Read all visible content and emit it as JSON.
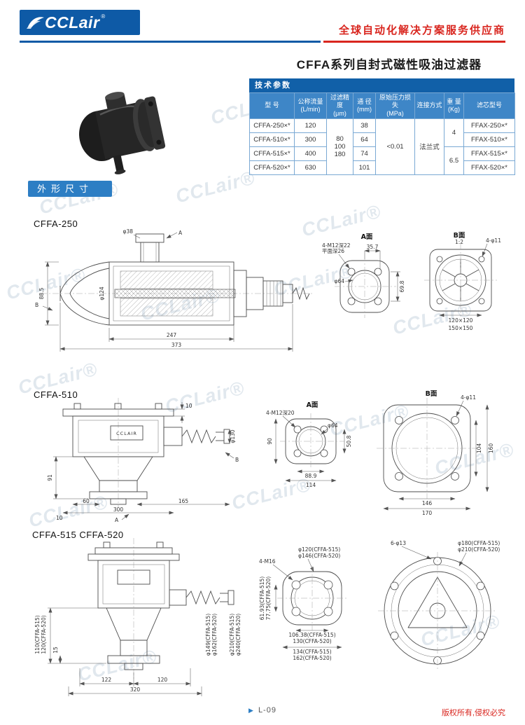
{
  "header": {
    "logo": "CCLair",
    "logo_reg": "®",
    "tagline": "全球自动化解决方案服务供应商"
  },
  "page": {
    "title": "CFFA系列自封式磁性吸油过滤器",
    "section_outline": "外形尺寸",
    "page_marker": "▶",
    "page_number": "L-09",
    "copyright": "版权所有,侵权必究"
  },
  "watermark": {
    "text": "CCLair®"
  },
  "table": {
    "title": "技术参数",
    "headers": {
      "model": "型 号",
      "flow_l1": "公称流量",
      "flow_l2": "(L/min)",
      "precision_l1": "过滤精度",
      "precision_l2": "(μm)",
      "bore_l1": "通 径",
      "bore_l2": "(mm)",
      "pressure_l1": "原始压力损失",
      "pressure_l2": "(MPa)",
      "connection": "连接方式",
      "weight_l1": "重 量",
      "weight_l2": "(Kg)",
      "element": "滤芯型号"
    },
    "rows": [
      {
        "model": "CFFA-250×*",
        "flow": "120",
        "bore": "38",
        "element": "FFAX-250×*"
      },
      {
        "model": "CFFA-510×*",
        "flow": "300",
        "bore": "64",
        "element": "FFAX-510×*"
      },
      {
        "model": "CFFA-515×*",
        "flow": "400",
        "bore": "74",
        "element": "FFAX-515×*"
      },
      {
        "model": "CFFA-520×*",
        "flow": "630",
        "bore": "101",
        "element": "FFAX-520×*"
      }
    ],
    "precision": [
      "80",
      "100",
      "180"
    ],
    "pressure": "<0.01",
    "connection": "法兰式",
    "weight_upper": "4",
    "weight_lower": "6.5"
  },
  "d250": {
    "label": "CFFA-250",
    "main": {
      "port": "φ38",
      "arrow_a": "A",
      "arrow_b": "B",
      "h885": "88.5",
      "d124": "φ124",
      "l247": "247",
      "l373": "373"
    },
    "viewA": {
      "title": "A面",
      "note1": "4-M12深22",
      "note2": "平面深26",
      "d357": "35.7",
      "d64": "φ64",
      "d698": "69.8"
    },
    "viewB": {
      "title": "B面",
      "scale": "1:2",
      "holes": "4-φ11",
      "sq1": "120×120",
      "sq2": "150×150"
    }
  },
  "d510": {
    "label": "CFFA-510",
    "main": {
      "t10": "10",
      "brand": "CCLAIR",
      "d130": "φ130",
      "arrow_b": "B",
      "arrow_a": "A",
      "h91": "91",
      "w60": "60",
      "w300": "300",
      "w165": "165",
      "b10": "10"
    },
    "viewA": {
      "title": "A面",
      "note": "4-M12深20",
      "d64": "φ64",
      "v90": "90",
      "v508": "50.8",
      "h889": "88.9",
      "h114": "114"
    },
    "viewB": {
      "title": "B面",
      "holes": "4-φ11",
      "v104": "104",
      "v160": "160",
      "h146": "146",
      "h170": "170"
    }
  },
  "d515": {
    "label": "CFFA-515 CFFA-520",
    "main": {
      "left1": "110(CFFA-515)",
      "left2": "120(CFFA-520)",
      "l15": "15",
      "mid1": "φ149(CFFA-515)",
      "mid2": "φ162(CFFA-520)",
      "mid3": "φ210(CFFA-515)",
      "mid4": "φ240(CFFA-520)",
      "w122": "122",
      "w120": "120",
      "w320": "320"
    },
    "viewA": {
      "note_bolt": "4-M16",
      "top1": "φ120(CFFA-515)",
      "top2": "φ146(CFFA-520)",
      "left1": "61.93(CFFA-515)",
      "left2": "77.75(CFFA-520)",
      "b1": "106.38(CFFA-515)",
      "b2": "130(CFFA-520)",
      "b3": "134(CFFA-515)",
      "b4": "162(CFFA-520)"
    },
    "viewB": {
      "holes": "6-φ13",
      "top1": "φ180(CFFA-515)",
      "top2": "φ210(CFFA-520)"
    }
  }
}
